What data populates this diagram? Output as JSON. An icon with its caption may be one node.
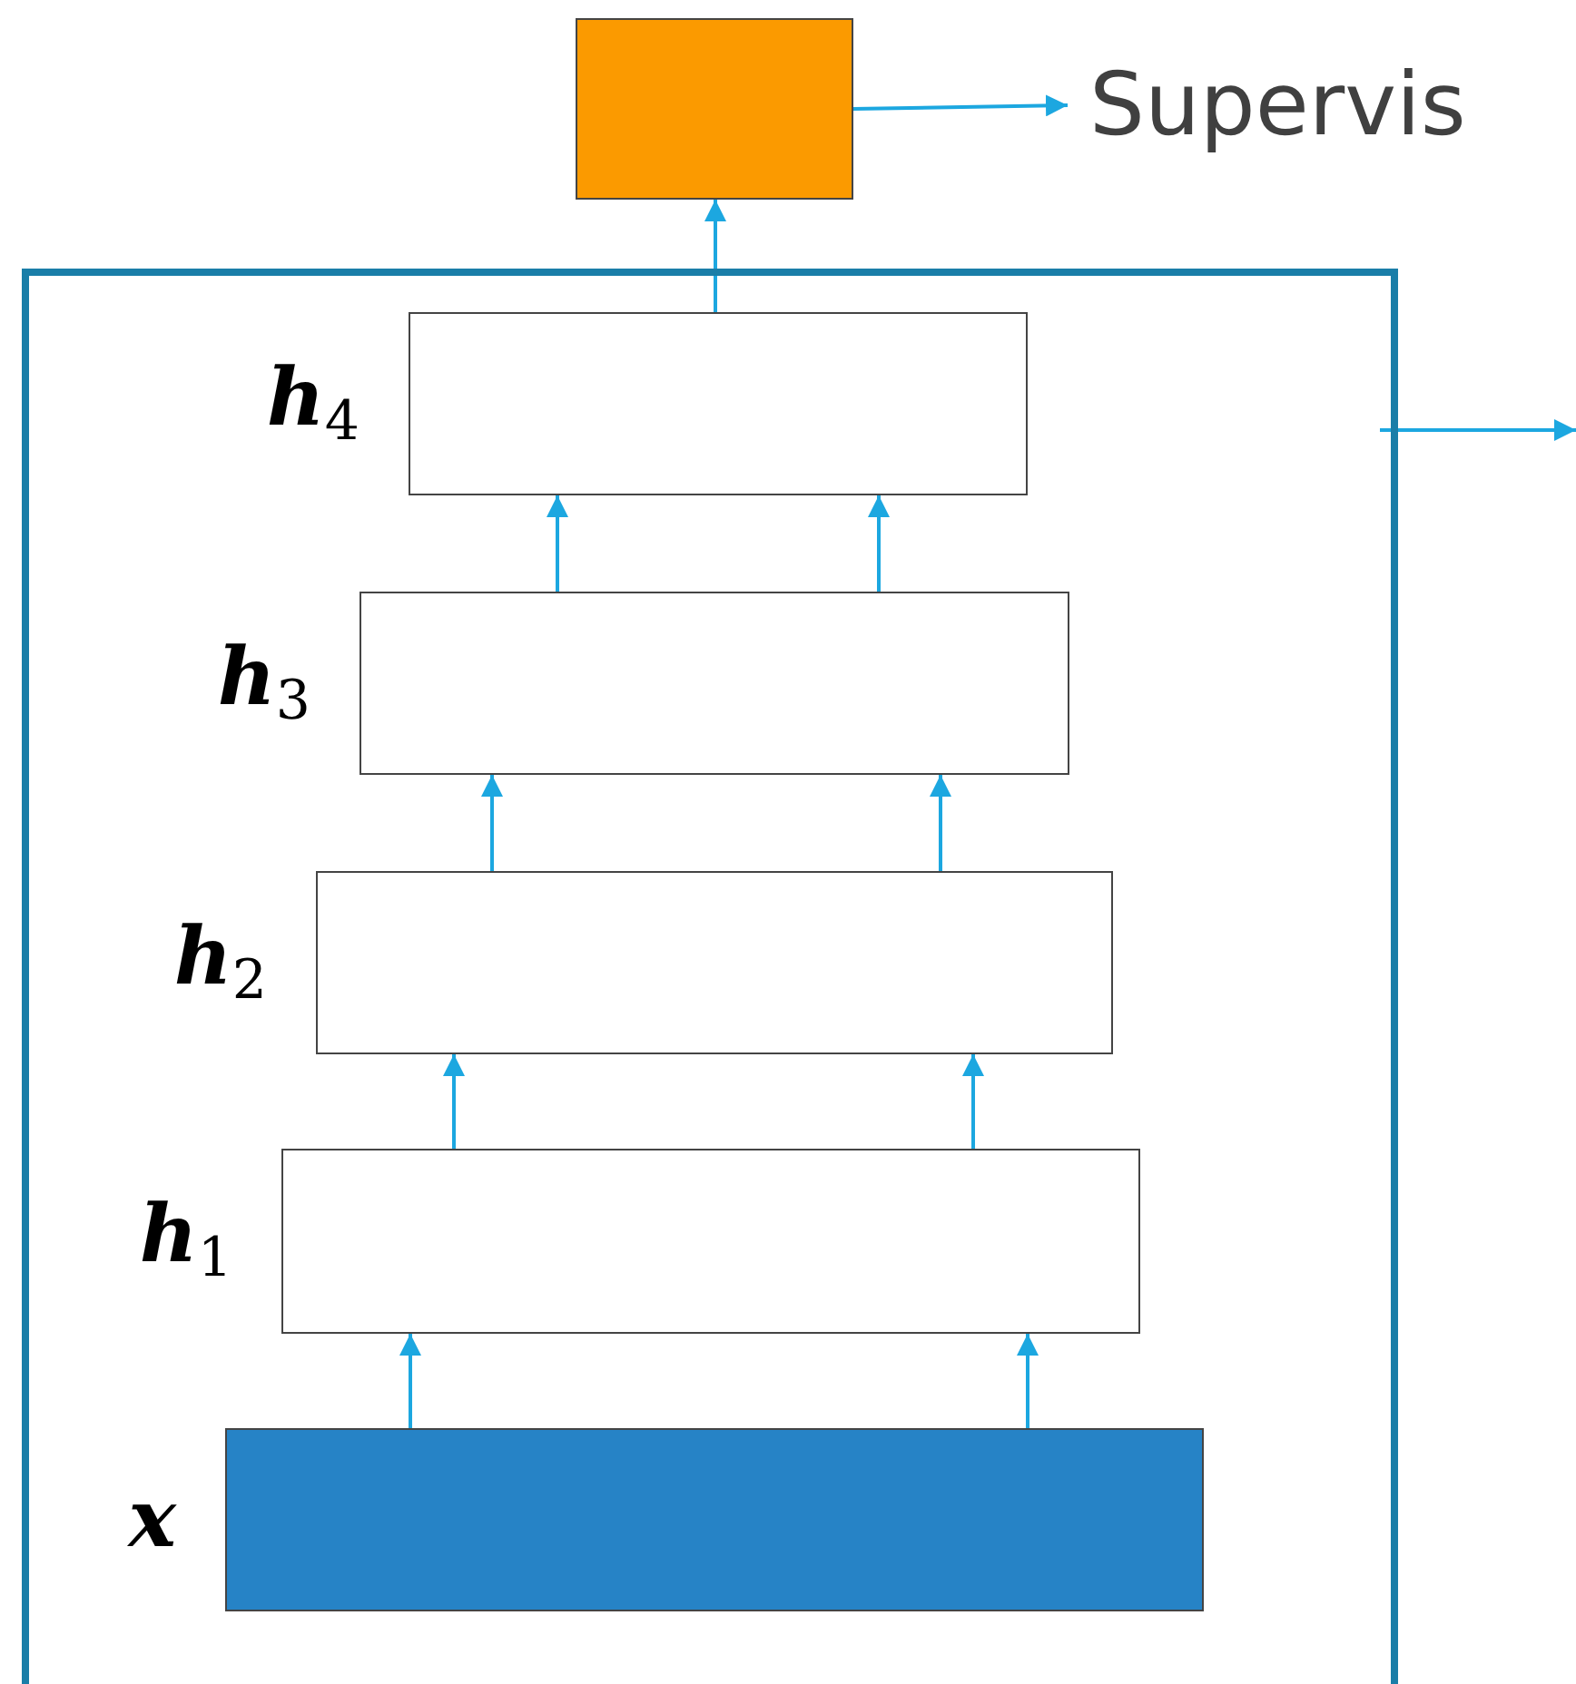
{
  "diagram": {
    "nodes": [
      {
        "text": [],
        "shape": "box"
      },
      {
        "text": [],
        "shape": "box"
      },
      {
        "text": [],
        "shape": "box",
        "in": 0,
        "beside": [
          "h$_{4}$"
        ]
      },
      {
        "text": [],
        "shape": "box",
        "in": 0,
        "beside": [
          "h$_{3}$"
        ]
      },
      {
        "text": [],
        "shape": "box",
        "in": 0,
        "beside": [
          "h$_{2}$"
        ]
      },
      {
        "text": [],
        "shape": "box",
        "in": 0,
        "beside": [
          "h$_{1}$"
        ]
      },
      {
        "text": [],
        "shape": "box",
        "in": 0,
        "beside": [
          "x"
        ]
      },
      {
        "text": [
          "Supervis"
        ]
      }
    ],
    "edges": [
      {
        "from": 6,
        "to": 5,
        "arrow": "to"
      },
      {
        "from": 6,
        "to": 5,
        "arrow": "to"
      },
      {
        "from": 5,
        "to": 4,
        "arrow": "to"
      },
      {
        "from": 5,
        "to": 4,
        "arrow": "to"
      },
      {
        "from": 4,
        "to": 3,
        "arrow": "to"
      },
      {
        "from": 4,
        "to": 3,
        "arrow": "to"
      },
      {
        "from": 3,
        "to": 2,
        "arrow": "to"
      },
      {
        "from": 3,
        "to": 2,
        "arrow": "to"
      },
      {
        "from": 2,
        "to": 1,
        "arrow": "to"
      },
      {
        "from": 1,
        "to": 7,
        "arrow": "to"
      },
      {
        "from": 0,
        "to": null,
        "arrow": "to"
      }
    ]
  }
}
